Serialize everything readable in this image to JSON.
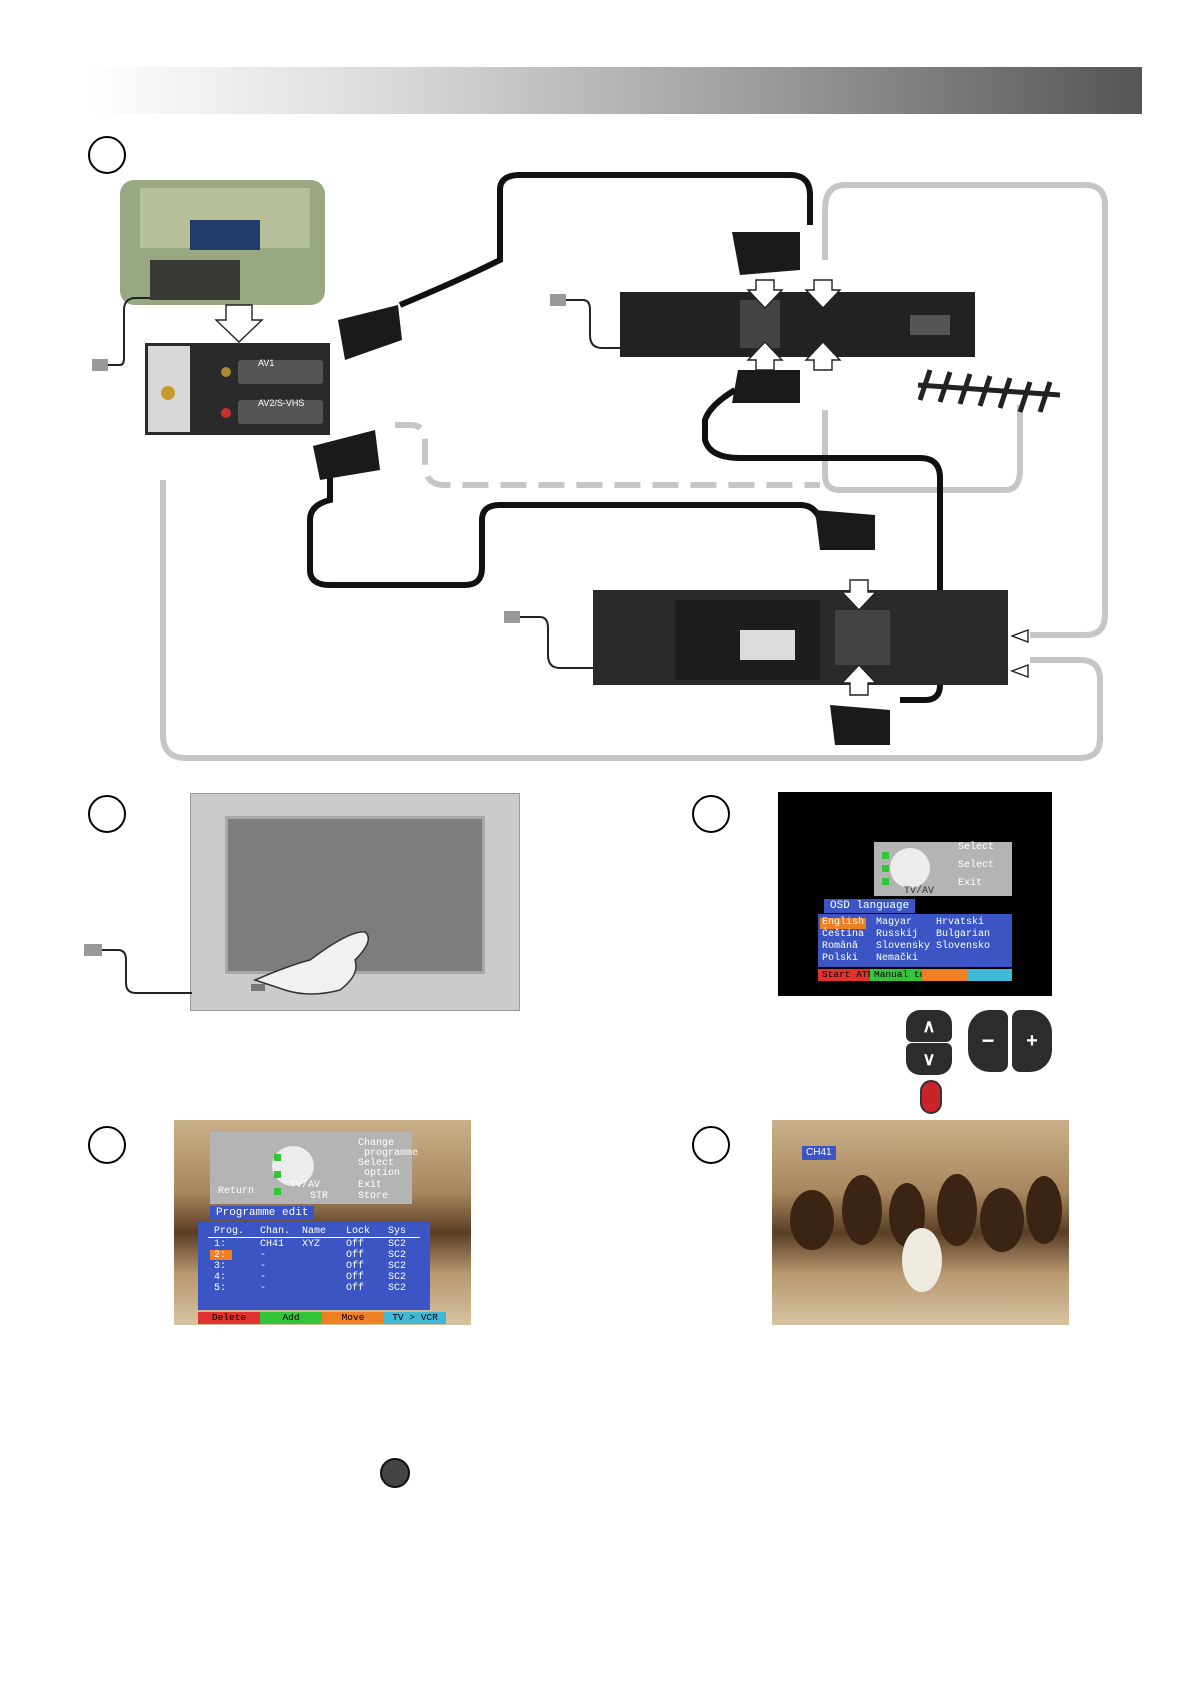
{
  "colors": {
    "osd_blue": "#3b55c4",
    "osd_grey": "#b4b4b4",
    "osd_red": "#e0322f",
    "osd_green": "#34c43a",
    "osd_orange": "#f07f24",
    "osd_cyan": "#3fb9d6",
    "highlight_orange": "#f07f24"
  },
  "icons": {
    "aerial": "aerial-icon",
    "mains_plug": "mains-plug-icon",
    "scart": "scart-plug-icon"
  },
  "connection_panel": {
    "av1_label": "AV1",
    "av2_label": "AV2/S-VHS"
  },
  "osd_language": {
    "hints": [
      "Select",
      "Select",
      "Exit"
    ],
    "tvav_label": "TV/AV",
    "title": "OSD language",
    "languages": [
      [
        "English",
        "Magyar",
        "Hrvatski"
      ],
      [
        "Čeština",
        "Russkij",
        "Bulgarian"
      ],
      [
        "Română",
        "Slovensky",
        "Slovensko"
      ],
      [
        "Polski",
        "Nemački",
        ""
      ]
    ],
    "selected_language": "English",
    "buttons": [
      "Start ATP",
      "Manual tune",
      "",
      ""
    ]
  },
  "remote": {
    "up": "∧",
    "down": "∨",
    "minus": "−",
    "plus": "+"
  },
  "programme_edit": {
    "hints": [
      "Change",
      "programme",
      "Select",
      "option",
      "Exit",
      "Store"
    ],
    "return_label": "Return",
    "tvav_label": "TV/AV",
    "str_label": "STR",
    "title": "Programme edit",
    "columns": [
      "Prog.",
      "Chan.",
      "Name",
      "Lock",
      "Sys"
    ],
    "rows": [
      [
        "1:",
        "CH41",
        "XYZ",
        "Off",
        "SC2"
      ],
      [
        "2:",
        "-",
        "",
        "Off",
        "SC2"
      ],
      [
        "3:",
        "-",
        "",
        "Off",
        "SC2"
      ],
      [
        "4:",
        "-",
        "",
        "Off",
        "SC2"
      ],
      [
        "5:",
        "-",
        "",
        "Off",
        "SC2"
      ]
    ],
    "selected_row": 1,
    "buttons": [
      "Delete",
      "Add",
      "Move",
      "TV > VCR"
    ]
  },
  "channel_display": {
    "channel": "CH41"
  }
}
